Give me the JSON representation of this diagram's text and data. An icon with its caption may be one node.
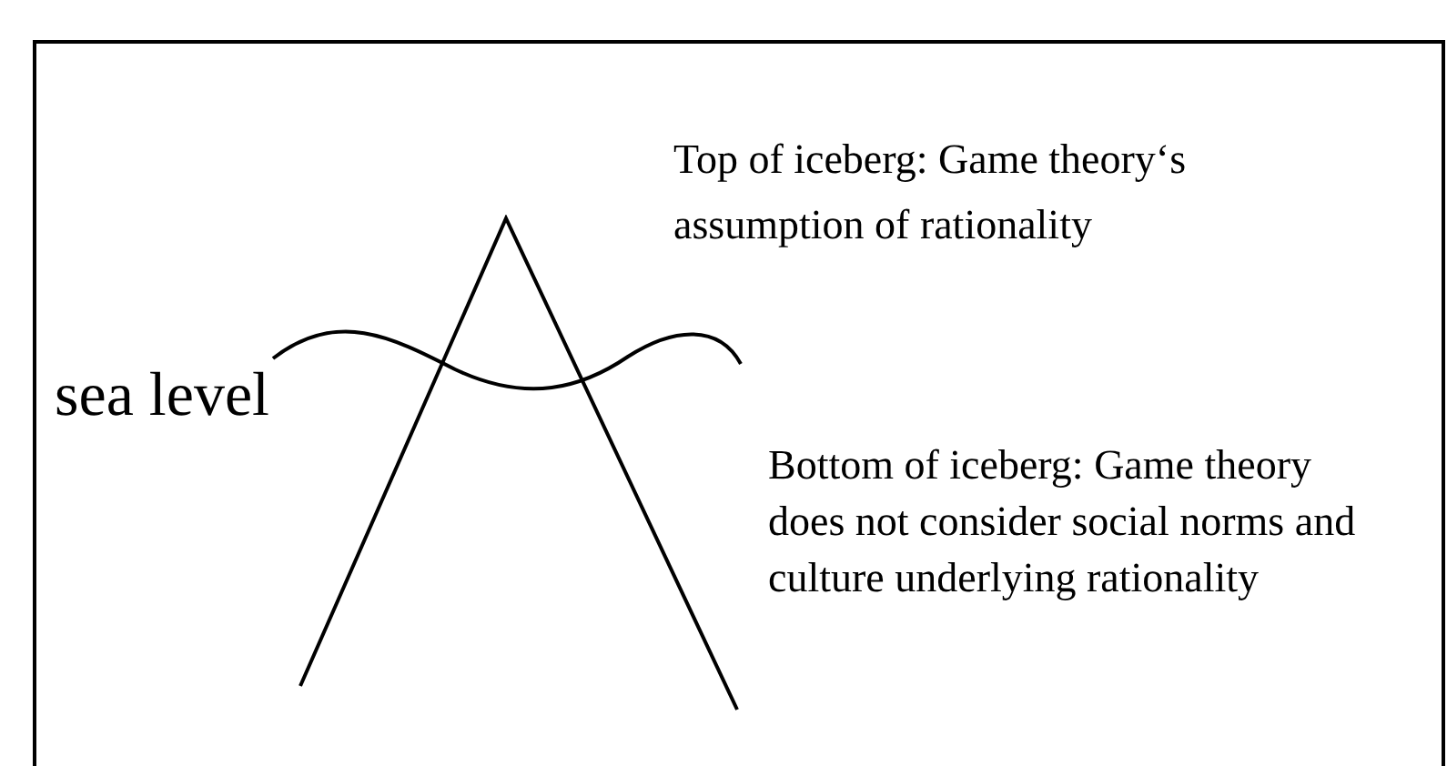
{
  "diagram": {
    "labels": [
      "Top of iceberg: Game theory‘s assumption of rationality",
      "sea level",
      "Bottom of iceberg: Game theory does not consider social norms and culture underlying rationality"
    ]
  }
}
